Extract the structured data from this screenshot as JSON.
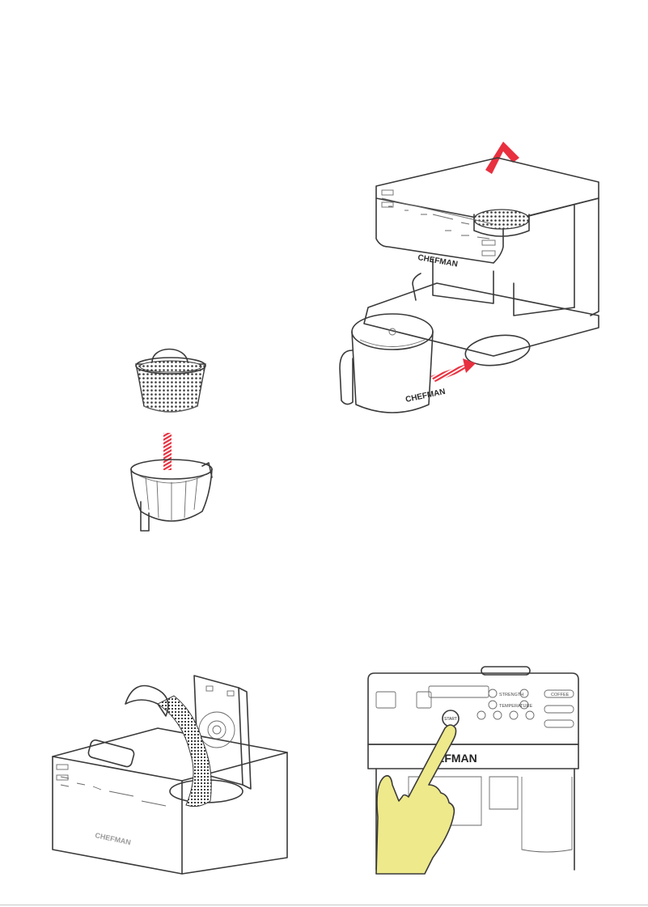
{
  "brand": {
    "name": "CHEFMAN",
    "partial_name": "EFMAN"
  },
  "control_panel": {
    "strength_label": "STRENGTH",
    "temperature_label": "TEMPERATURE",
    "coffee_label": "COFFEE",
    "start_label": "START"
  },
  "colors": {
    "accent": "#e8303f",
    "line": "#3a3a3a",
    "hand": "#eee98a",
    "mesh": "#2a2a2a"
  },
  "icons": {
    "arrow": "red-arrow-icon",
    "hand": "pointing-hand-icon"
  }
}
